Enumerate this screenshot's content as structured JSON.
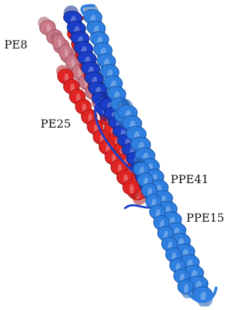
{
  "labels": {
    "pe8": "PE8",
    "pe25": "PE25",
    "ppe41": "PPE41",
    "ppe15": "PPE15"
  },
  "colors": {
    "pe8": "#c97887",
    "pe8_dark": "#a65a68",
    "pe25": "#e02323",
    "pe25_dark": "#b01a1a",
    "ppe41": "#1a3ec8",
    "ppe41_dark": "#10288f",
    "ppe15": "#2f7fe0",
    "ppe15_dark": "#1c5cb0"
  }
}
